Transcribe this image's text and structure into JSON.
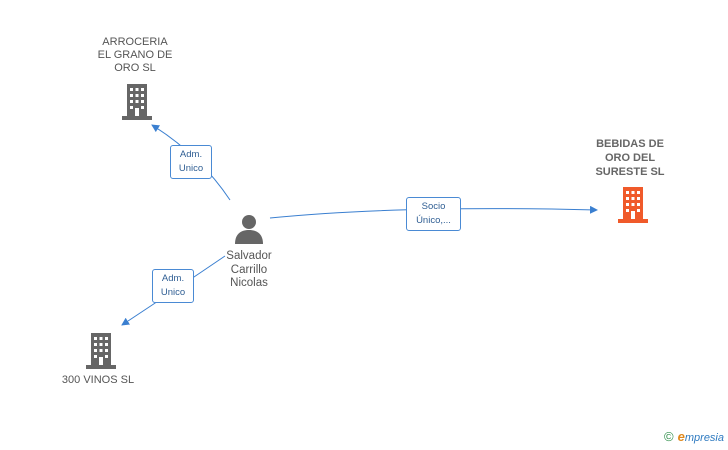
{
  "nodes": {
    "arroceria": {
      "label": "ARROCERIA\nEL GRANO DE\nORO SL",
      "icon": "building-icon",
      "color": "#666666"
    },
    "bebidas": {
      "label": "BEBIDAS DE\nORO DEL\nSURESTE SL",
      "icon": "building-icon",
      "color": "#f05a2a"
    },
    "vinos": {
      "label": "300 VINOS SL",
      "icon": "building-icon",
      "color": "#666666"
    },
    "person": {
      "label": "Salvador\nCarrillo\nNicolas",
      "icon": "person-icon",
      "color": "#666666"
    }
  },
  "edges": {
    "to_arroceria": {
      "label": "Adm.\nUnico"
    },
    "to_bebidas": {
      "label": "Socio\nÚnico,..."
    },
    "to_vinos": {
      "label": "Adm.\nUnico"
    }
  },
  "colors": {
    "edge": "#3a7fd0",
    "edge_label_border": "#4a8ad4"
  },
  "brand": {
    "copyright": "©",
    "e": "e",
    "rest": "mpresia"
  }
}
